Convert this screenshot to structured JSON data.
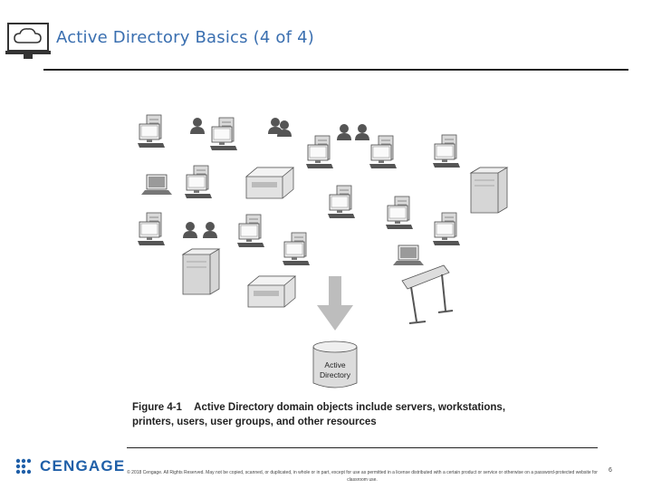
{
  "header": {
    "title": "Active Directory Basics (4 of 4)",
    "title_color": "#3a6fb0"
  },
  "figure": {
    "db_label_line1": "Active",
    "db_label_line2": "Directory",
    "caption_number": "Figure 4-1",
    "caption_text": "Active Directory domain objects include servers, workstations, printers, users, user groups, and other resources"
  },
  "footer": {
    "brand": "CENGAGE",
    "brand_color": "#1f5fa8",
    "copyright": "© 2018 Cengage. All Rights Reserved. May not be copied, scanned, or duplicated, in whole or in part, except for use as permitted in a license distributed with a certain product or service or otherwise on a password-protected website for classroom use.",
    "page_number": "6"
  }
}
